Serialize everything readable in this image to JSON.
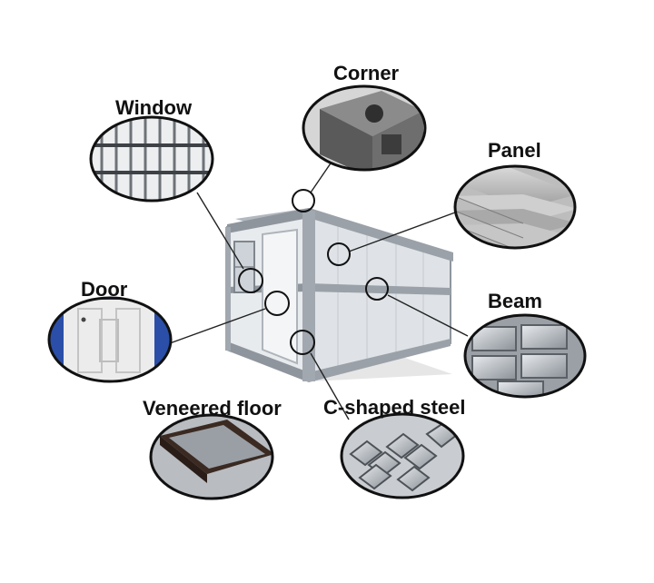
{
  "labels": {
    "corner": "Corner",
    "window": "Window",
    "panel": "Panel",
    "door": "Door",
    "beam": "Beam",
    "veneered_floor": "Veneered floor",
    "c_shaped_steel": "C-shaped steel"
  },
  "colors": {
    "background": "#ffffff",
    "outline": "#111111",
    "frame": "#8e959d",
    "wall": "#e9ecef",
    "wall_shade": "#d3d8dd"
  }
}
